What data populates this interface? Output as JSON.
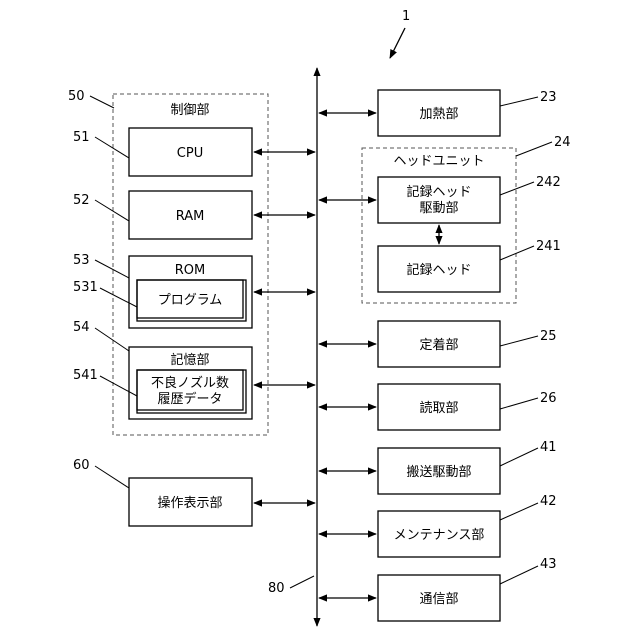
{
  "diagram": {
    "device_ref": "1",
    "bus_ref": "80",
    "control": {
      "ref": "50",
      "label": "制御部",
      "cpu": {
        "ref": "51",
        "label": "CPU"
      },
      "ram": {
        "ref": "52",
        "label": "RAM"
      },
      "rom": {
        "ref": "53",
        "label": "ROM",
        "program": {
          "ref": "531",
          "label": "プログラム"
        }
      },
      "storage": {
        "ref": "54",
        "label": "記憶部",
        "history": {
          "ref": "541",
          "line1": "不良ノズル数",
          "line2": "履歴データ"
        }
      }
    },
    "operation_display": {
      "ref": "60",
      "label": "操作表示部"
    },
    "heating": {
      "ref": "23",
      "label": "加熱部"
    },
    "head_unit": {
      "ref": "24",
      "label": "ヘッドユニット",
      "drive": {
        "ref": "242",
        "line1": "記録ヘッド",
        "line2": "駆動部"
      },
      "head": {
        "ref": "241",
        "label": "記録ヘッド"
      }
    },
    "fixing": {
      "ref": "25",
      "label": "定着部"
    },
    "reading": {
      "ref": "26",
      "label": "読取部"
    },
    "transport": {
      "ref": "41",
      "label": "搬送駆動部"
    },
    "maintenance": {
      "ref": "42",
      "label": "メンテナンス部"
    },
    "communication": {
      "ref": "43",
      "label": "通信部"
    }
  }
}
